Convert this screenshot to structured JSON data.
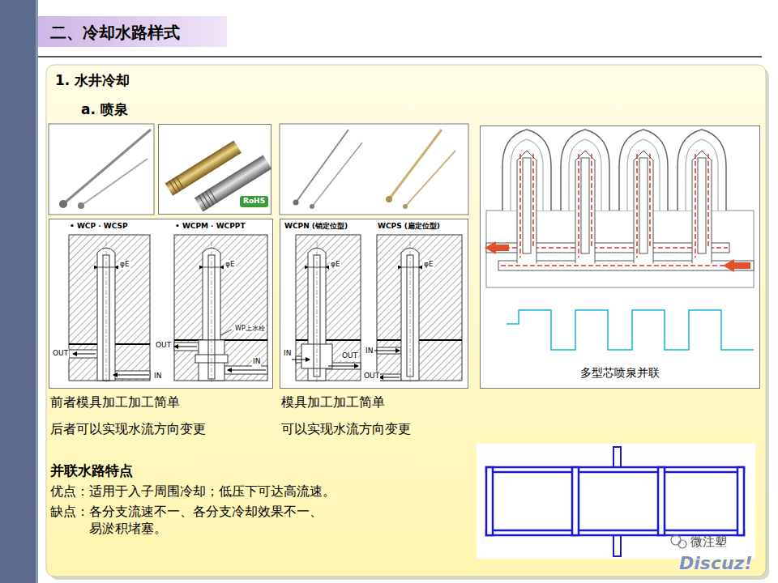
{
  "diagram": {
    "title": "二、冷却水路样式",
    "nodes": [
      {
        "text": [
          "1. 水井冷却",
          "a. 喷泉",
          "前者模具加工加工简单",
          "后者可以实现水流方向变更",
          "模具加工加工简单",
          "可以实现水流方向变更",
          "并联水路特点",
          "优点：适用于入子周围冷却；低压下可达高流速。",
          "缺点：各分支流速不一、各分支冷却效果不一、 易淤积堵塞。"
        ]
      },
      {
        "text": [
          "RoHS"
        ],
        "in": 0
      },
      {
        "text": [
          "• WCP · WCSP",
          "• WCPM · WCPPT",
          "φE",
          "φE",
          "OUT",
          "IN",
          "OUT",
          "IN",
          "WP上水栓"
        ],
        "in": 0
      },
      {
        "text": [
          "WCPN (销定位型)",
          "WCPS (扁定位型)",
          "φE",
          "φE",
          "IN",
          "OUT",
          "IN",
          "OUT"
        ],
        "in": 0
      },
      {
        "text": [
          "多型芯喷泉并联"
        ],
        "in": 0
      }
    ],
    "labels": [
      "微注塑",
      "Discuz!"
    ]
  }
}
